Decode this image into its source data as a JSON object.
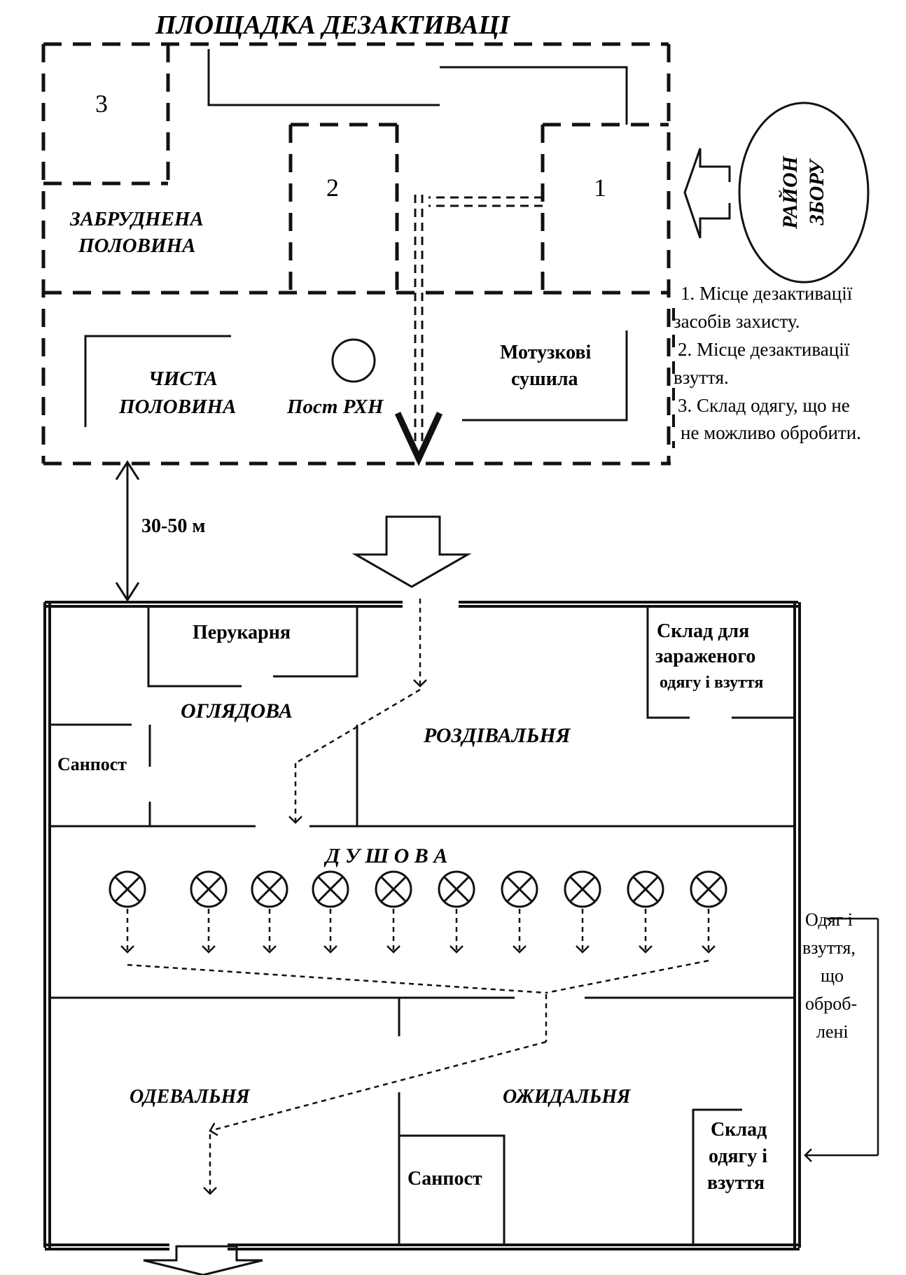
{
  "title": "ПЛОЩАДКА ДЕЗАКТИВАЦІ",
  "zones": {
    "num1": "1",
    "num2": "2",
    "num3": "3",
    "dirty_l1": "ЗАБРУДНЕНА",
    "dirty_l2": "ПОЛОВИНА",
    "clean_l1": "ЧИСТА",
    "clean_l2": "ПОЛОВИНА",
    "post": "Пост РХН",
    "dryer_l1": "Мотузкові",
    "dryer_l2": "сушила"
  },
  "assembly": {
    "l1": "РАЙОН",
    "l2": "ЗБОРУ"
  },
  "legend": {
    "l1": "1. Місце дезактивації",
    "l2": "засобів захисту.",
    "l3": "2. Місце дезактивації",
    "l4": "взуття.",
    "l5": "3. Склад одягу, що не",
    "l6": "не можливо обробити."
  },
  "distance": "30-50 м",
  "building": {
    "barber": "Перукарня",
    "storage_l1": "Склад для",
    "storage_l2": "зараженого",
    "storage_l3": "одягу і взуття",
    "exam": "ОГЛЯДОВА",
    "undress": "РОЗДІВАЛЬНЯ",
    "medpost1": "Санпост",
    "shower": "Д У Ш О В А",
    "dress": "ОДЕВАЛЬНЯ",
    "wait": "ОЖИДАЛЬНЯ",
    "medpost2": "Санпост",
    "clean_store_l1": "Склад",
    "clean_store_l2": "одягу і",
    "clean_store_l3": "взуття"
  },
  "side_note": {
    "l1": "Одяг і",
    "l2": "взуття,",
    "l3": "що",
    "l4": "оброб-",
    "l5": "лені"
  }
}
